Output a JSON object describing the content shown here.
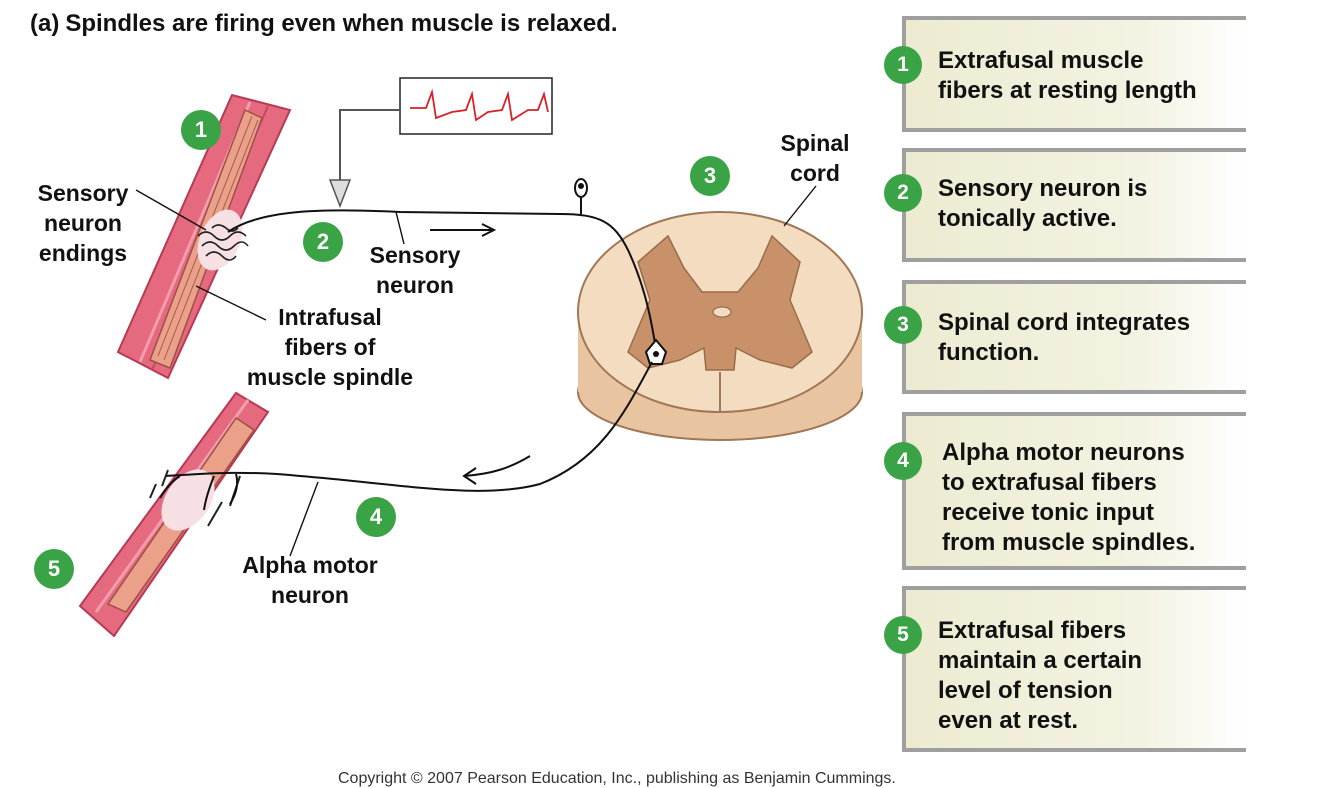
{
  "title": {
    "tag": "(a)",
    "text": "Spindles are firing even when muscle is relaxed."
  },
  "labels": {
    "sensory_endings": [
      "Sensory",
      "neuron",
      "endings"
    ],
    "intrafusal": [
      "Intrafusal",
      "fibers of",
      "muscle spindle"
    ],
    "sensory_neuron": [
      "Sensory",
      "neuron"
    ],
    "spinal_cord": [
      "Spinal",
      "cord"
    ],
    "alpha_motor": [
      "Alpha motor",
      "neuron"
    ]
  },
  "diagram_badges": [
    "1",
    "2",
    "3",
    "4",
    "5"
  ],
  "steps": [
    {
      "num": "1",
      "lines": [
        "Extrafusal muscle",
        "fibers at resting length"
      ]
    },
    {
      "num": "2",
      "lines": [
        "Sensory neuron is",
        "tonically active."
      ]
    },
    {
      "num": "3",
      "lines": [
        "Spinal cord integrates",
        "function."
      ]
    },
    {
      "num": "4",
      "lines": [
        "Alpha motor neurons",
        "to extrafusal fibers",
        "receive tonic input",
        "from muscle spindles."
      ]
    },
    {
      "num": "5",
      "lines": [
        "Extrafusal fibers",
        "maintain a certain",
        "level of tension",
        "even at rest."
      ]
    }
  ],
  "footer": "Copyright © 2007 Pearson Education, Inc., publishing as Benjamin Cummings.",
  "colors": {
    "badge": "#3aa346",
    "muscle": "#e56a7f",
    "muscle_dark": "#b83a52",
    "cord_white": "#f3dcc0",
    "cord_gray": "#c9916a",
    "trace": "#d8222a",
    "panel": "#ecebd1",
    "panel_border": "#9f9f9f"
  }
}
